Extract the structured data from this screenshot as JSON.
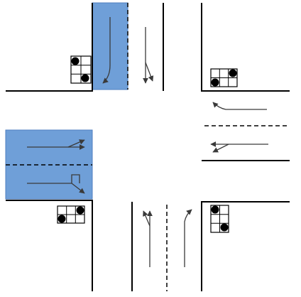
{
  "diagram": {
    "kind": "four-way intersection with signal heads and lane-movement arrows",
    "colors": {
      "background": "#ffffff",
      "line": "#000000",
      "arrow": "#3a3a3a",
      "highlight": "#6f9fd8",
      "highlight_edge": "#4f7fc0",
      "signal_lamp": "#000000"
    },
    "highlighted_regions": [
      "north-approach-inbound-lane",
      "west-approach"
    ],
    "signal_heads": [
      {
        "corner": "north-west",
        "lit_cells": [
          "top-left",
          "bottom-right"
        ]
      },
      {
        "corner": "north-east",
        "lit_cells": [
          "bottom-left",
          "top-right"
        ]
      },
      {
        "corner": "south-west",
        "lit_cells": [
          "left",
          "right"
        ]
      },
      {
        "corner": "south-east",
        "lit_cells": [
          "top-left",
          "bottom-right"
        ]
      }
    ],
    "lane_movements": [
      {
        "approach": "north",
        "lane": "inbound",
        "movements": [
          "through-right"
        ]
      },
      {
        "approach": "north",
        "lane": "outbound",
        "movements": [
          "through",
          "right"
        ]
      },
      {
        "approach": "east",
        "lane": "upper",
        "movements": [
          "right"
        ]
      },
      {
        "approach": "east",
        "lane": "lower",
        "movements": [
          "through",
          "left"
        ]
      },
      {
        "approach": "west",
        "lane": "upper",
        "movements": [
          "through",
          "left"
        ]
      },
      {
        "approach": "west",
        "lane": "lower",
        "movements": [
          "through",
          "u-turn"
        ]
      },
      {
        "approach": "south",
        "lane": "left",
        "movements": [
          "through",
          "left"
        ]
      },
      {
        "approach": "south",
        "lane": "right",
        "movements": [
          "through-right"
        ]
      }
    ]
  }
}
